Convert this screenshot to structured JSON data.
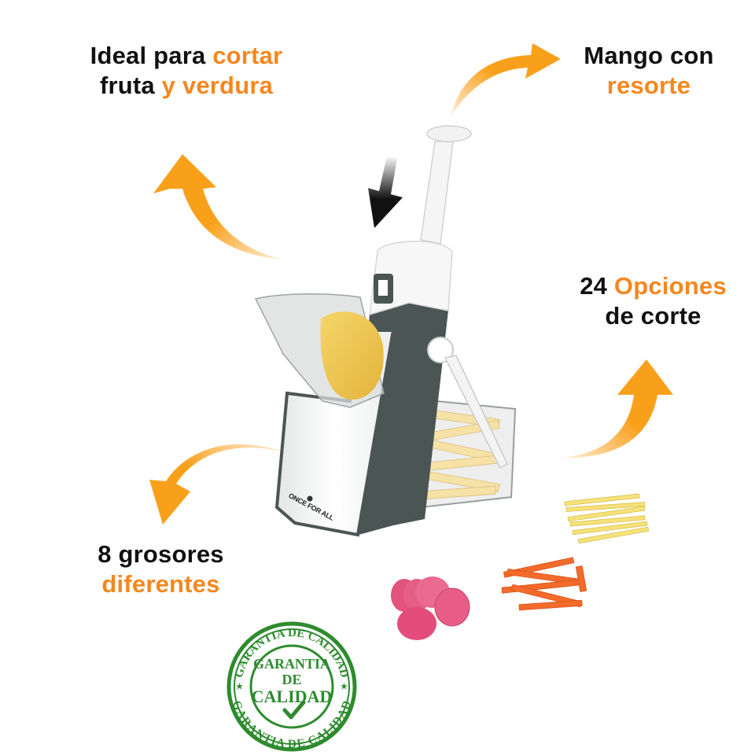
{
  "captions": {
    "top_left": {
      "line1_dark": "Ideal para ",
      "line1_accent": "cortar",
      "line2_dark": "fruta ",
      "line2_accent": "y verdura"
    },
    "top_right": {
      "line1_dark": "Mango con",
      "line2_accent": "resorte"
    },
    "mid_right": {
      "line1_dark": "24 ",
      "line1_accent": "Opciones",
      "line2_dark": "de corte"
    },
    "bottom_left": {
      "line1_dark": "8 grosores",
      "line2_accent": "diferentes"
    }
  },
  "product": {
    "brand_label": "ONCE FOR ALL",
    "name": "mandoline-slicer"
  },
  "stamp": {
    "outer_text_top": "GARANTIA DE CALIDAD",
    "outer_text_bottom": "GARANTIA DE CALIDAD",
    "center_line1": "GARANTIA",
    "center_line2": "DE",
    "center_line3": "CALIDAD"
  },
  "colors": {
    "accent_orange": "#f5871f",
    "arrow_orange": "#f9a01b",
    "text_dark": "#111111",
    "slicer_gray": "#4b5553",
    "stamp_green": "#2e8b2e"
  },
  "food_samples": [
    "potato-strips",
    "carrot-sticks",
    "beet-slices"
  ]
}
